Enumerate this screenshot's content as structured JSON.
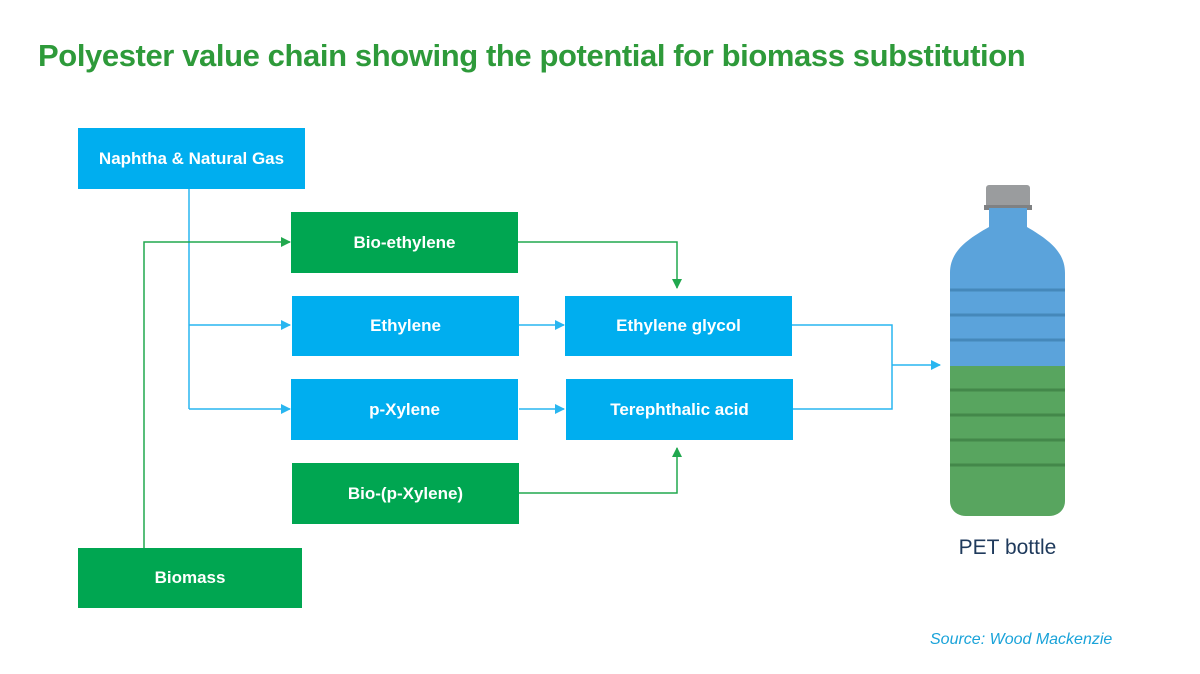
{
  "title": "Polyester value chain showing the potential for biomass substitution",
  "nodes": {
    "naphtha": "Naphtha & Natural Gas",
    "bio_ethylene": "Bio-ethylene",
    "ethylene": "Ethylene",
    "p_xylene": "p-Xylene",
    "bio_p_xylene": "Bio-(p-Xylene)",
    "biomass": "Biomass",
    "ethylene_glycol": "Ethylene glycol",
    "terephthalic_acid": "Terephthalic acid"
  },
  "product": {
    "label": "PET bottle",
    "icon": "pet-bottle-icon"
  },
  "source": "Source: Wood Mackenzie",
  "colors": {
    "title": "#2e9a3a",
    "fossil_node": "#00aeef",
    "bio_node": "#00a651",
    "fossil_line": "#29b6f0",
    "bio_line": "#21a84e",
    "bottle_blue": "#5ba3db",
    "bottle_green": "#58a55f",
    "cap": "#9a9c9e",
    "source_text": "#1aa3d9"
  }
}
